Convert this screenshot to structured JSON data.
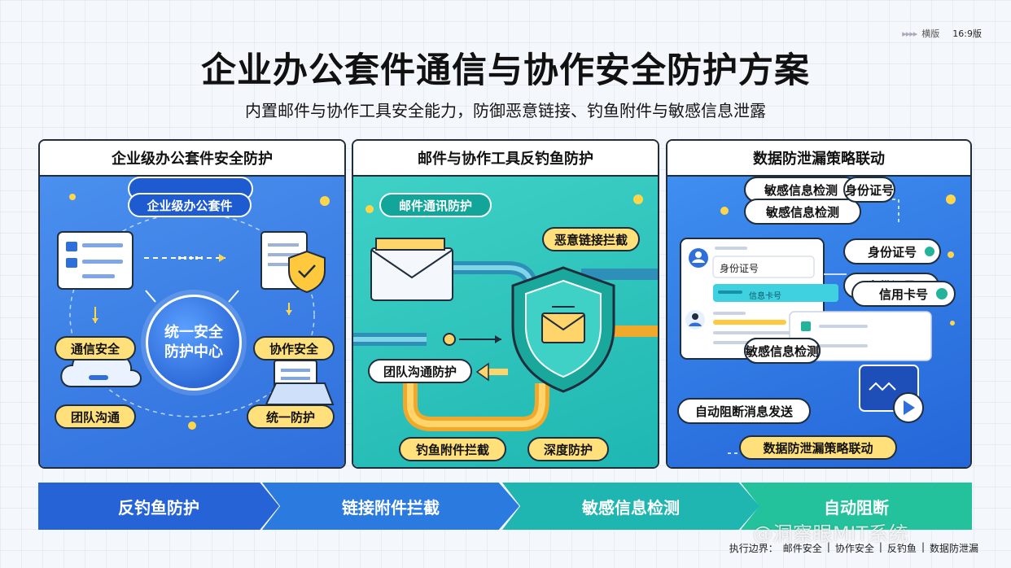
{
  "corner": {
    "arrows": "▸▸▸▸",
    "label": "横版",
    "version": "16:9版"
  },
  "header": {
    "title": "企业办公套件通信与协作安全防护方案",
    "subtitle": "内置邮件与协作工具安全能力，防御恶意链接、钓鱼附件与敏感信息泄露"
  },
  "panels": [
    {
      "title": "企业级办公套件安全防护",
      "top_pill": "企业级办公套件",
      "center": [
        "统一安全",
        "防护中心"
      ],
      "labels": [
        "通信安全",
        "协作安全",
        "团队沟通",
        "统一防护"
      ]
    },
    {
      "title": "邮件与协作工具反钓鱼防护",
      "top_pill": "邮件通讯防护",
      "labels": [
        "恶意链接拦截",
        "团队沟通防护",
        "钓鱼附件拦截",
        "深度防护"
      ]
    },
    {
      "title": "数据防泄漏策略联动",
      "labels": [
        "敏感信息检测",
        "身份证号",
        "信用卡号",
        "自动阻断消息发送",
        "数据防泄漏策略联动"
      ],
      "card_field": "身份证号",
      "card_tag": "信息卡号"
    }
  ],
  "flow": [
    "反钓鱼防护",
    "链接附件拦截",
    "敏感信息检测",
    "自动阻断"
  ],
  "footer": {
    "label": "执行边界：",
    "items": [
      "邮件安全",
      "协作安全",
      "反钓鱼",
      "数据防泄漏"
    ],
    "sep": "|"
  },
  "watermark": "@洞察眼MIT系统",
  "colors": {
    "blue": "#2f6fdc",
    "teal": "#1fb7b2",
    "yellow": "#ffe07a",
    "dark": "#1f2d3d"
  }
}
